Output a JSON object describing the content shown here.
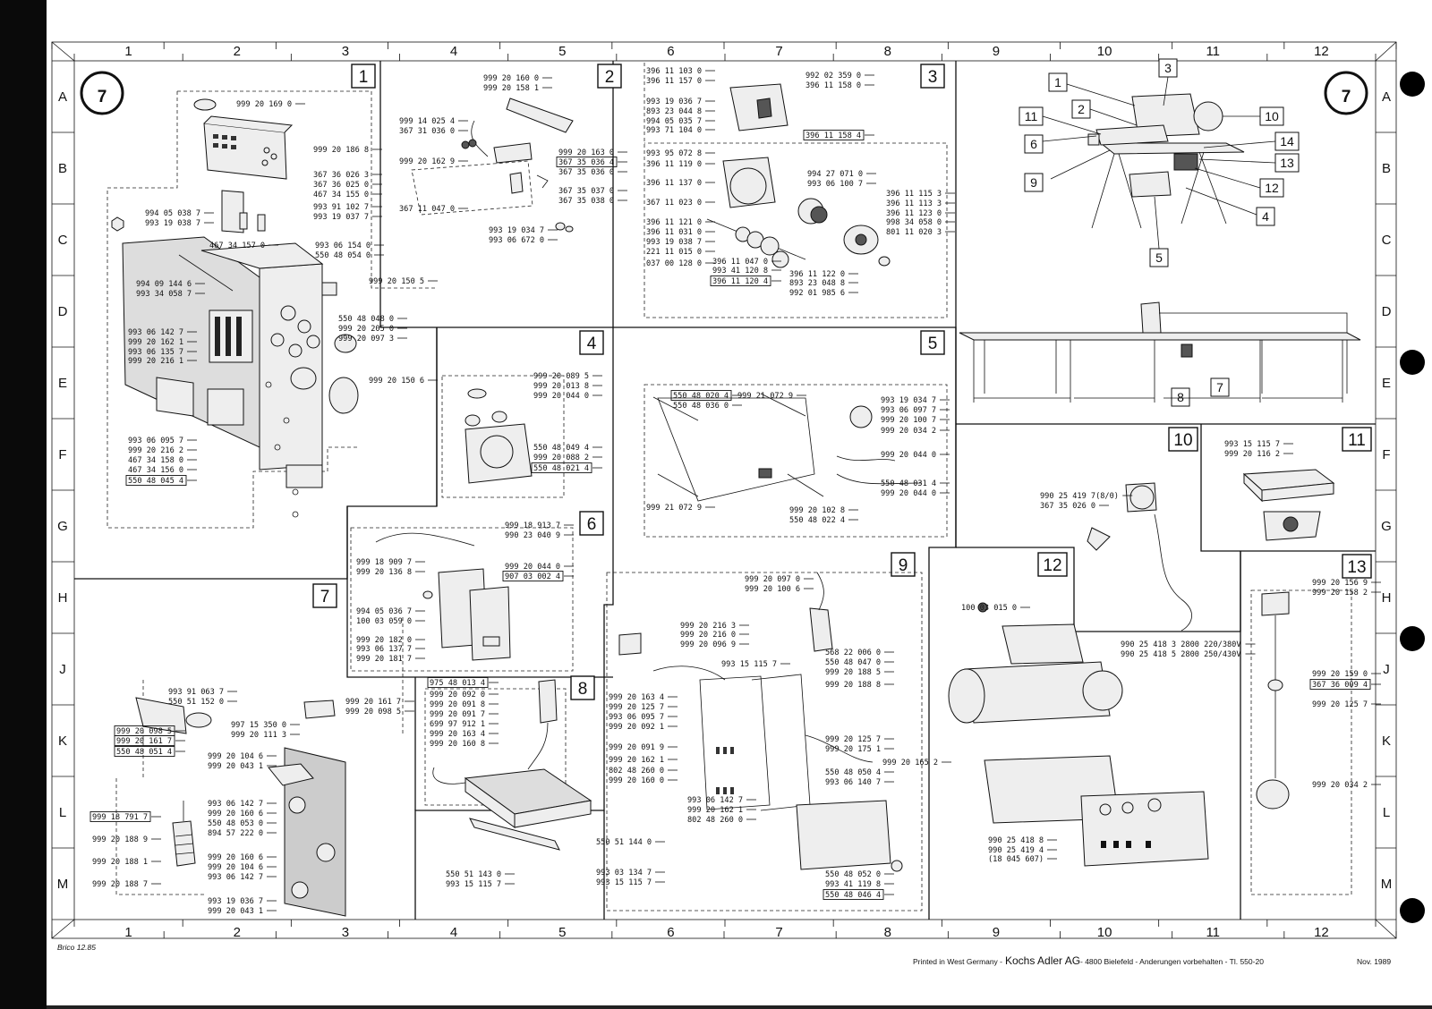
{
  "sheet": {
    "page_number": "7",
    "grid_columns": [
      "1",
      "2",
      "3",
      "4",
      "5",
      "6",
      "7",
      "8",
      "9",
      "10",
      "11",
      "12"
    ],
    "grid_rows": [
      "A",
      "B",
      "C",
      "D",
      "E",
      "F",
      "G",
      "H",
      "J",
      "K",
      "L",
      "M"
    ]
  },
  "groups": [
    {
      "num": "1",
      "parts": [
        "999 20 169 0",
        "999 20 186 8",
        "367 36 026 3",
        "367 36 025 0",
        "467 34 155 0",
        "993 91 102 7",
        "993 19 037 7",
        "994 05 038 7",
        "993 19 038 7",
        "467 34 157 0",
        "993 06 154 0",
        "550 48 054 0",
        "999 20 150 5",
        "994 09 144 6",
        "993 34 058 7",
        "550 48 048 0",
        "999 20 205 0",
        "999 20 097 3",
        "993 06 142 7",
        "999 20 162 1",
        "993 06 135 7",
        "999 20 216 1",
        "999 20 150 6",
        "993 06 095 7",
        "999 20 216 2",
        "467 34 158 0",
        "467 34 156 0",
        "550 48 045 4"
      ]
    },
    {
      "num": "2",
      "parts": [
        "999 20 160 0",
        "999 20 158 1",
        "999 14 025 4",
        "367 31 036 0",
        "999 20 163 0",
        "367 35 036 4",
        "999 20 162 9",
        "367 35 036 0",
        "367 35 037 0",
        "367 35 038 0",
        "367 11 047 0",
        "993 19 034 7",
        "993 06 672 0"
      ]
    },
    {
      "num": "3",
      "parts": [
        "396 11 103 0",
        "396 11 157 0",
        "992 02 359 0",
        "396 11 158 0",
        "993 19 036 7",
        "893 23 044 8",
        "994 05 035 7",
        "993 71 104 0",
        "396 11 158 4",
        "993 95 072 8",
        "396 11 119 0",
        "994 27 071 0",
        "993 06 100 7",
        "396 11 137 0",
        "396 11 115 3",
        "367 11 023 0",
        "396 11 113 3",
        "396 11 123 0",
        "998 34 058 0",
        "396 11 121 0",
        "801 11 020 3",
        "396 11 031 0",
        "993 19 038 7",
        "221 11 015 0",
        "037 00 128 0",
        "396 11 047 0",
        "993 41 120 8",
        "396 11 120 4",
        "396 11 122 0",
        "893 23 048 8",
        "992 01 985 6"
      ]
    },
    {
      "num": "4",
      "parts": [
        "999 20 089 5",
        "999 20 013 8",
        "999 20 044 0",
        "550 48 049 4",
        "999 20 088 2",
        "550 48 021 4"
      ]
    },
    {
      "num": "5",
      "parts": [
        "550 48 020 4",
        "999 21 072 9",
        "550 48 036 0",
        "993 19 034 7",
        "993 06 097 7",
        "999 20 100 7",
        "999 20 034 2",
        "999 20 044 0",
        "550 48 031 4",
        "999 20 044 0",
        "999 21 072 9",
        "999 20 102 8",
        "550 48 022 4"
      ]
    },
    {
      "num": "6",
      "parts": [
        "999 18 913 7",
        "990 23 040 9",
        "999 18 909 7",
        "999 20 136 8",
        "999 20 044 0",
        "907 03 002 4",
        "994 05 036 7",
        "100 03 059 0",
        "999 20 182 0",
        "993 06 137 7",
        "999 20 181 7"
      ]
    },
    {
      "num": "7",
      "parts": [
        "993 91 063 7",
        "550 51 152 0",
        "997 15 350 0",
        "999 20 111 3",
        "999 20 161 7",
        "999 20 098 5",
        "999 20 098 5",
        "999 20 161 7",
        "550 48 051 4",
        "999 20 104 6",
        "999 20 043 1",
        "993 06 142 7",
        "999 20 160 6",
        "550 48 053 0",
        "894 57 222 0",
        "999 18 791 7",
        "999 20 188 9",
        "999 20 188 1",
        "999 20 188 7",
        "999 20 160 6",
        "999 20 104 6",
        "993 06 142 7",
        "993 19 036 7",
        "999 20 043 1"
      ]
    },
    {
      "num": "8",
      "parts": [
        "975 48 013 4",
        "999 20 092 0",
        "999 20 091 8",
        "999 20 091 7",
        "699 97 912 1",
        "999 20 163 4",
        "999 20 160 8",
        "550 51 144 0",
        "550 51 143 0",
        "993 15 115 7",
        "993 03 134 7",
        "993 15 115 7"
      ]
    },
    {
      "num": "9",
      "parts": [
        "999 20 097 0",
        "999 20 100 6",
        "999 20 216 3",
        "999 20 216 0",
        "999 20 096 9",
        "993 15 115 7",
        "999 20 163 4",
        "999 20 125 7",
        "993 06 095 7",
        "999 20 092 1",
        "568 22 006 0",
        "550 48 047 0",
        "999 20 188 5",
        "999 20 188 8",
        "999 20 091 9",
        "999 20 162 1",
        "802 48 260 0",
        "999 20 160 0",
        "999 20 125 7",
        "999 20 175 1",
        "999 20 165 2",
        "550 48 050 4",
        "993 06 140 7",
        "993 06 142 7",
        "999 20 162 1",
        "802 48 260 0",
        "550 48 052 0",
        "993 41 119 8",
        "550 48 046 4"
      ]
    },
    {
      "num": "10",
      "parts": [
        "990 25 419 7(8/0)",
        "367 35 026 0"
      ]
    },
    {
      "num": "11",
      "parts": [
        "993 15 115 7",
        "999 20 116 2"
      ]
    },
    {
      "num": "12",
      "parts": [
        "100 03 015 0",
        "990 25 418 3 2800 220/380V",
        "990 25 418 5 2800 250/430V",
        "990 25 418 8",
        "990 25 419 4",
        "(18 045 607)"
      ]
    },
    {
      "num": "13",
      "parts": [
        "999 20 156 9",
        "999 20 158 2",
        "999 20 159 0",
        "367 36 009 4",
        "999 20 125 7",
        "999 20 034 2"
      ]
    }
  ],
  "overview_callouts": [
    "1",
    "2",
    "3",
    "4",
    "5",
    "6",
    "7",
    "8",
    "9",
    "10",
    "11",
    "12",
    "13",
    "14"
  ],
  "footer": {
    "left_note": "Brico 12.85",
    "printed": "Printed in West Germany -",
    "brand": "Kochs Adler AG",
    "address": "- 4800 Bielefeld - Anderungen vorbehalten - Tl. 550-20",
    "date": "Nov. 1989"
  }
}
